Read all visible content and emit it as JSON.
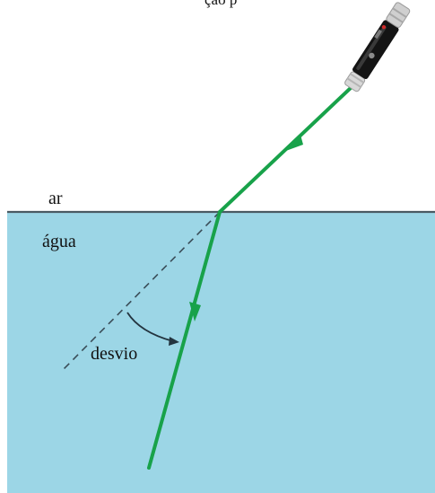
{
  "labels": {
    "top_caption": "ção p",
    "air": "ar",
    "water": "água",
    "deviation": "desvio"
  },
  "colors": {
    "water": "#9cd6e6",
    "beam": "#18a24a",
    "surface": "#4a5a63",
    "normal_dash": "#3a4d58",
    "arc": "#23343f",
    "text": "#111111"
  },
  "icons": {
    "laser": "laser-pointer-icon",
    "arrow": "arrowhead-icon"
  }
}
